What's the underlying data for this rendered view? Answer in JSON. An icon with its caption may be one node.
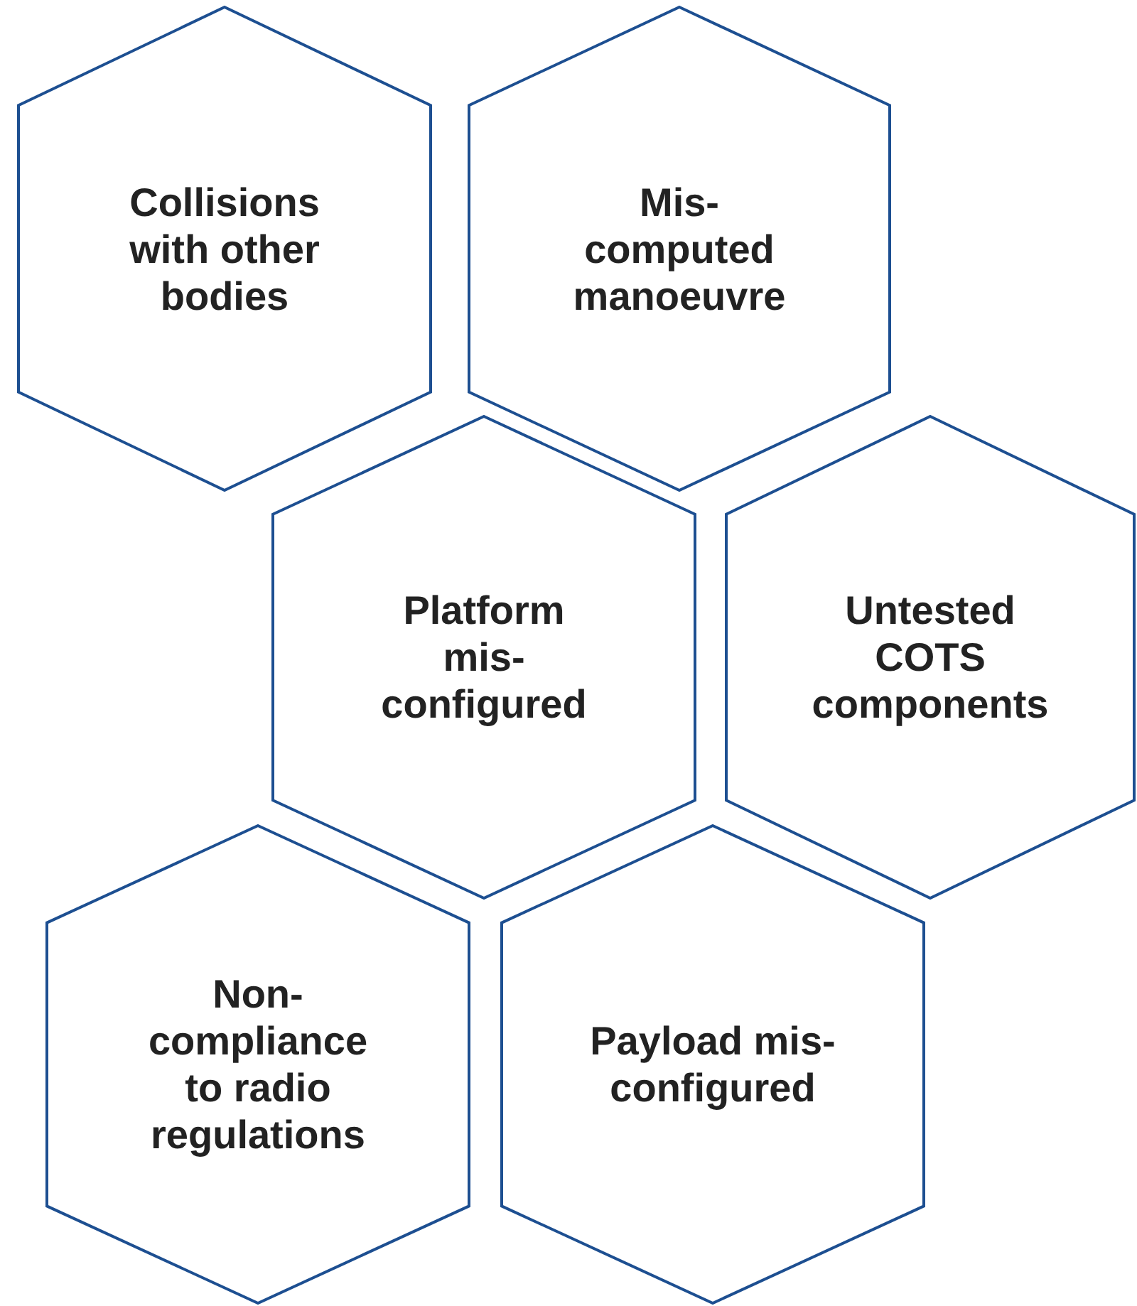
{
  "diagram": {
    "nodes": [
      {
        "text": [
          "Collisions with other bodies"
        ]
      },
      {
        "text": [
          "Mis-computed manoeuvre"
        ]
      },
      {
        "text": [
          "Platform mis-configured"
        ]
      },
      {
        "text": [
          "Untested COTS components"
        ]
      },
      {
        "text": [
          "Non-compliance to radio regulations"
        ]
      },
      {
        "text": [
          "Payload mis-configured"
        ]
      }
    ]
  }
}
